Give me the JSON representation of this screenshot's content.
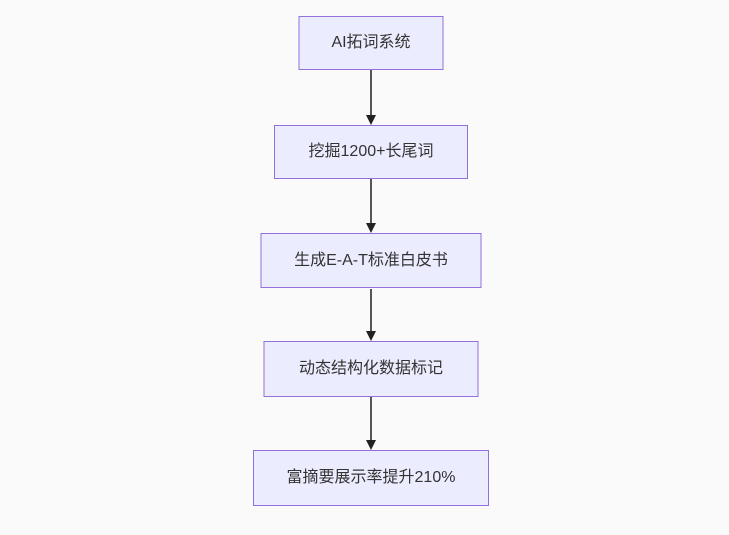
{
  "diagram": {
    "type": "flowchart-top-down",
    "nodes": [
      {
        "label": "AI拓词系统"
      },
      {
        "label": "挖掘1200+长尾词"
      },
      {
        "label": "生成E-A-T标准白皮书"
      },
      {
        "label": "动态结构化数据标记"
      },
      {
        "label": "富摘要展示率提升210%"
      }
    ],
    "edges": [
      {
        "from": "AI拓词系统",
        "to": "挖掘1200+长尾词"
      },
      {
        "from": "挖掘1200+长尾词",
        "to": "生成E-A-T标准白皮书"
      },
      {
        "from": "生成E-A-T标准白皮书",
        "to": "动态结构化数据标记"
      },
      {
        "from": "动态结构化数据标记",
        "to": "富摘要展示率提升210%"
      }
    ]
  },
  "colors": {
    "node_fill": "#ECECFF",
    "node_border": "#9370DB",
    "edge_line": "#555555",
    "edge_head": "#222222",
    "node_text": "#333333",
    "canvas_bg": "#FAFAFA"
  }
}
